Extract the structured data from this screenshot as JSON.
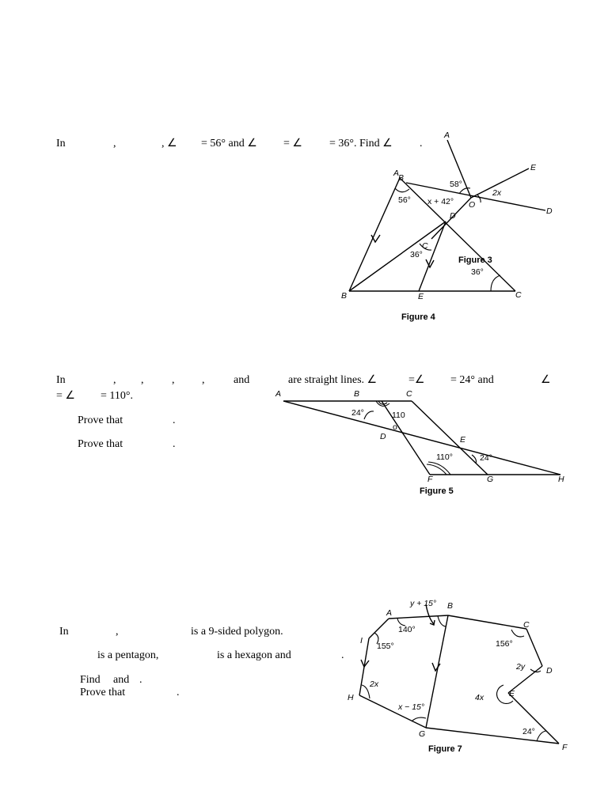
{
  "q1": {
    "part1": "In",
    "part2": ",",
    "part3": ", ∠",
    "part4": "= 56° and ∠",
    "part5": "= ∠",
    "part6": "= 36°. Find ∠",
    "part7": "."
  },
  "fig4": {
    "caption": "Figure 4",
    "overlay_caption": "Figure 3",
    "points": {
      "A_top": "A",
      "A": "A",
      "B_top": "B",
      "B": "B",
      "C": "C",
      "C_mid": "C",
      "D": "D",
      "D_mid": "D",
      "E": "E",
      "E_top": "E",
      "O": "O"
    },
    "angles": {
      "a58": "58°",
      "a2x": "2x",
      "a56": "56°",
      "ax42": "x + 42°",
      "a36_left": "36°",
      "a36_right": "36°"
    }
  },
  "q2": {
    "part1": "In",
    "part2": ",",
    "part3": ",",
    "part4": ",",
    "part5": "and",
    "part6": "are straight lines. ∠",
    "part7": "=∠",
    "part8": "= 24° and",
    "part9": "∠",
    "line2a": "= ∠",
    "line2b": "= 110°.",
    "prove1": "Prove that",
    "prove1_end": ".",
    "prove2": "Prove that",
    "prove2_end": "."
  },
  "fig5": {
    "caption": "Figure 5",
    "points": {
      "A": "A",
      "B": "B",
      "C": "C",
      "D": "D",
      "E": "E",
      "F": "F",
      "G": "G",
      "H": "H"
    },
    "angles": {
      "a24_top": "24°",
      "a110_top_num": "110",
      "a110_top_deg": "o",
      "a110_bottom": "110°",
      "a24_bottom": "24°"
    }
  },
  "q3": {
    "part1": "In",
    "part2": ",",
    "part3": "is a 9-sided polygon.",
    "part4": "is a pentagon,",
    "part5": "is a hexagon and",
    "part6": ".",
    "find": "Find",
    "find_and": "and",
    "find_end": ".",
    "prove": "Prove that",
    "prove_end": "."
  },
  "fig7": {
    "caption": "Figure 7",
    "points": {
      "A": "A",
      "B": "B",
      "C": "C",
      "D": "D",
      "E": "E",
      "F": "F",
      "G": "G",
      "H": "H",
      "I": "I"
    },
    "angles": {
      "ay15": "y + 15°",
      "a140": "140°",
      "a155": "155°",
      "a156": "156°",
      "a2y": "2y",
      "a2x": "2x",
      "a4x": "4x",
      "ax15": "x − 15°",
      "a24": "24°"
    }
  }
}
